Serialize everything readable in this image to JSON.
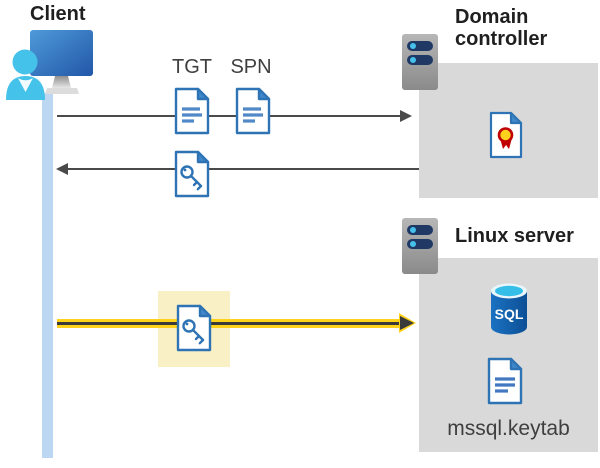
{
  "labels": {
    "client": "Client",
    "tgt": "TGT",
    "spn": "SPN",
    "domain_controller": "Domain controller",
    "linux_server": "Linux server",
    "sql": "SQL",
    "keytab": "mssql.keytab"
  },
  "nodes": [
    {
      "id": "client",
      "label": "Client",
      "icon": "client-monitor-user-icon"
    },
    {
      "id": "domain-controller",
      "label": "Domain controller",
      "icon": "server-icon",
      "contains": [
        "certificate-icon"
      ]
    },
    {
      "id": "linux-server",
      "label": "Linux server",
      "icon": "server-icon",
      "contains": [
        "sql-database-icon",
        "keytab-document-icon"
      ],
      "file_label": "mssql.keytab"
    }
  ],
  "flows": [
    {
      "from": "client",
      "to": "domain-controller",
      "direction": "right",
      "style": "thin-dark",
      "items": [
        "TGT document",
        "SPN document"
      ]
    },
    {
      "from": "domain-controller",
      "to": "client",
      "direction": "left",
      "style": "thin-dark",
      "items": [
        "key ticket document"
      ]
    },
    {
      "from": "client",
      "to": "linux-server",
      "direction": "right",
      "style": "bold-yellow",
      "highlighted": true,
      "items": [
        "key ticket document"
      ]
    }
  ],
  "colors": {
    "doc_border": "#2E74B5",
    "doc_fold": "#4088CC",
    "doc_lines": "#5088C8",
    "panel_gray": "#D9D9D9",
    "lifeline_blue": "#BCD7F2",
    "highlight_yellow": "#FAF0C6",
    "arrow_dark": "#4A4A4A",
    "arrow_yellow": "#FFD21C",
    "server_bar_navy": "#1F3864",
    "server_dot_cyan": "#45C1EA",
    "cert_red": "#C00000",
    "cert_gold": "#FFD21E",
    "sql_body_blue": "#1062AB",
    "sql_top_cyan": "#35BEE8",
    "person_cyan": "#45C2E9",
    "monitor_blue": "#2F6FBF"
  }
}
